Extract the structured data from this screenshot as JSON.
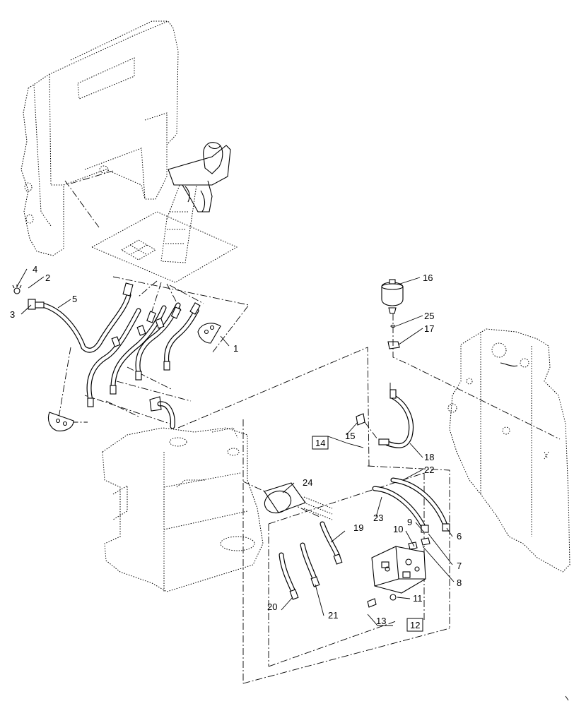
{
  "diagram": {
    "callouts": [
      "1",
      "2",
      "3",
      "4",
      "5",
      "6",
      "7",
      "8",
      "9",
      "10",
      "11",
      "13",
      "15",
      "16",
      "17",
      "18",
      "19",
      "20",
      "21",
      "22",
      "23",
      "24",
      "25"
    ],
    "boxed_callouts": [
      "12",
      "14"
    ]
  }
}
